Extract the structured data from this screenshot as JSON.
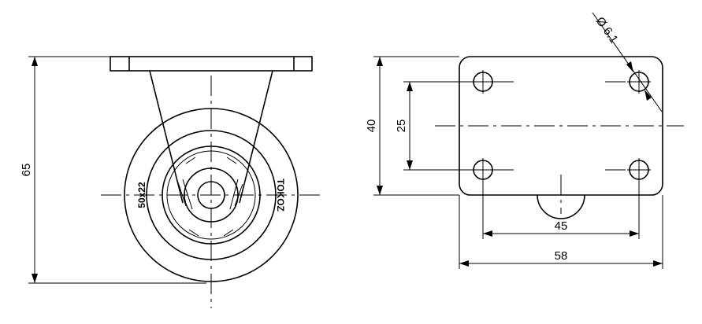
{
  "dimensions": {
    "height": "65",
    "plate_width_y": "40",
    "hole_spacing_y": "25",
    "hole_spacing_x": "45",
    "plate_length": "58",
    "hole_diameter": "Ø 6.1"
  },
  "wheel_marking": {
    "size": "50x22",
    "brand": "TOKOZ"
  }
}
